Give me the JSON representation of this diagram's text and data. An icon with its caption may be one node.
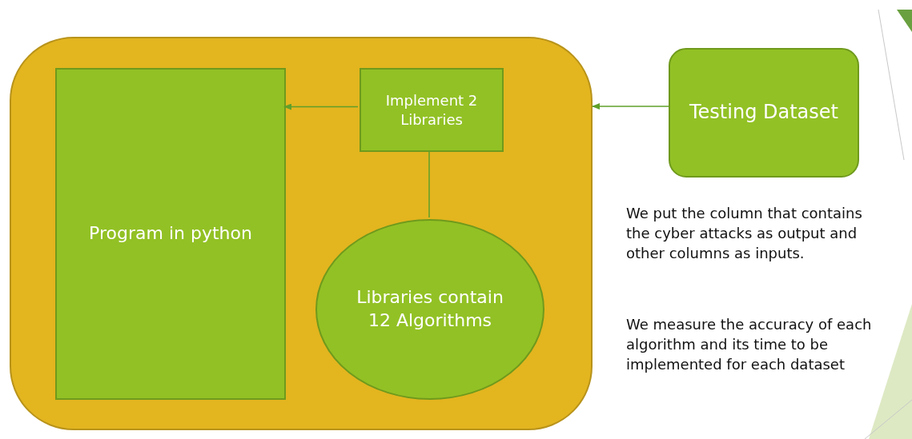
{
  "diagram": {
    "nodes": [
      {
        "text": [],
        "shape": "box"
      },
      {
        "text": [
          "Program in python"
        ],
        "in": 0
      },
      {
        "text": [
          "Implement 2 Libraries"
        ],
        "in": 0
      },
      {
        "text": [
          "Libraries contain 12 Algorithms"
        ],
        "in": 0
      },
      {
        "text": [
          "Testing Dataset"
        ]
      }
    ],
    "edges": [
      {
        "from": 2,
        "to": 1,
        "arrow": "to"
      },
      {
        "from": 2,
        "to": 3,
        "arrow": "none"
      },
      {
        "from": 4,
        "to": 0,
        "arrow": "to"
      }
    ],
    "labels": [
      "We put the column that contains the cyber attacks as output and other columns as inputs.",
      "We measure the accuracy of each algorithm and its time to be implemented for each dataset"
    ]
  }
}
